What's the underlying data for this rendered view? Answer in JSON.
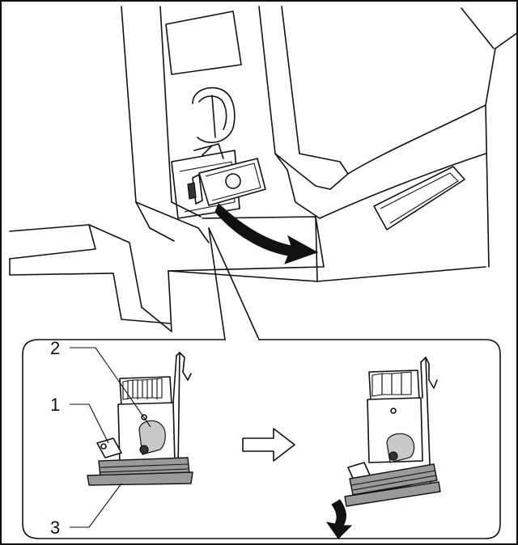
{
  "callouts": {
    "label_1": "1",
    "label_2": "2",
    "label_3": "3"
  },
  "colors": {
    "line": "#111111",
    "component_gray": "#9a9a9a",
    "background": "#ffffff"
  }
}
